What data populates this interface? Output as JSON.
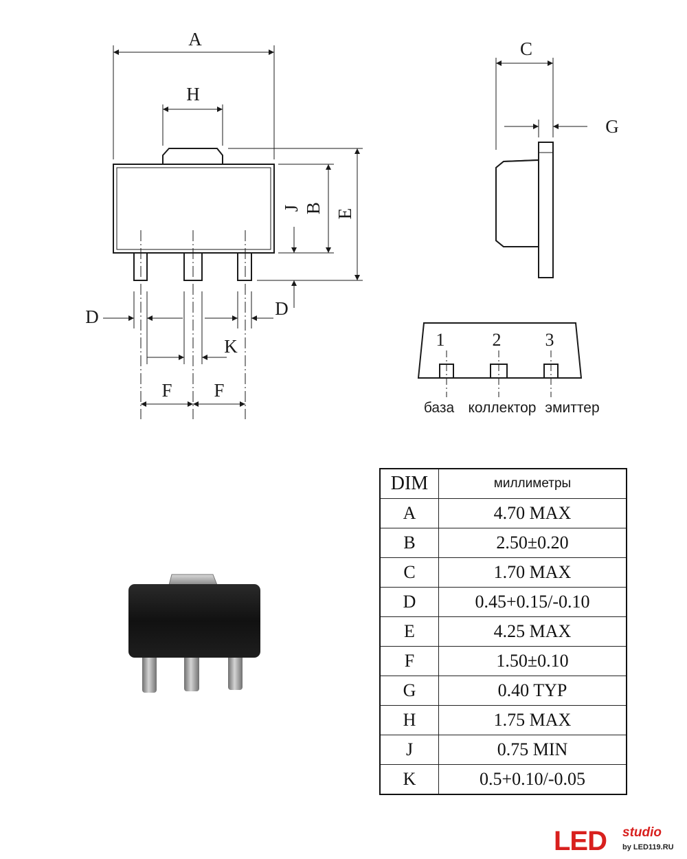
{
  "dimension_labels": {
    "A": "A",
    "B": "B",
    "C": "C",
    "D_left": "D",
    "D_right": "D",
    "E": "E",
    "F_left": "F",
    "F_right": "F",
    "G": "G",
    "H": "H",
    "J": "J",
    "K": "K"
  },
  "pins": [
    {
      "number": "1",
      "name": "база"
    },
    {
      "number": "2",
      "name": "коллектор"
    },
    {
      "number": "3",
      "name": "эмиттер"
    }
  ],
  "table": {
    "header": {
      "dim": "DIM",
      "unit": "миллиметры"
    },
    "rows": [
      {
        "dim": "A",
        "value": "4.70 MAX"
      },
      {
        "dim": "B",
        "value": "2.50±0.20"
      },
      {
        "dim": "C",
        "value": "1.70 MAX"
      },
      {
        "dim": "D",
        "value": "0.45+0.15/-0.10"
      },
      {
        "dim": "E",
        "value": "4.25 MAX"
      },
      {
        "dim": "F",
        "value": "1.50±0.10"
      },
      {
        "dim": "G",
        "value": "0.40 TYP"
      },
      {
        "dim": "H",
        "value": "1.75 MAX"
      },
      {
        "dim": "J",
        "value": "0.75 MIN"
      },
      {
        "dim": "K",
        "value": "0.5+0.10/-0.05"
      }
    ]
  },
  "logo": {
    "brand": "LED",
    "suffix": "studio",
    "byline": "by LED119.RU"
  },
  "colors": {
    "brand_red": "#d8201e",
    "line": "#1a1a1a",
    "package_body": "#141414",
    "lead_metal": "#9a9a9a"
  }
}
